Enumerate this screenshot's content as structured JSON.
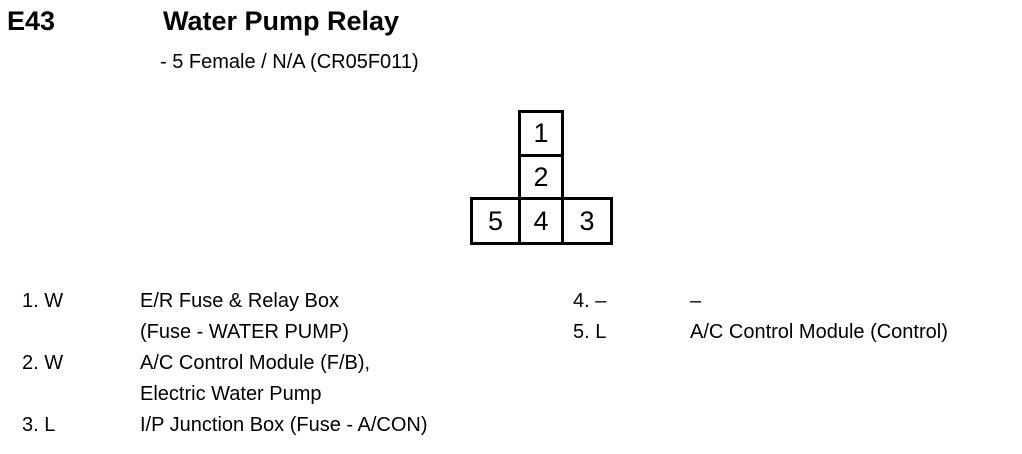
{
  "header": {
    "code": "E43",
    "title": "Water Pump Relay",
    "subtitle": "- 5 Female / N/A (CR05F011)"
  },
  "connector": {
    "pins": [
      "1",
      "2",
      "5",
      "4",
      "3"
    ]
  },
  "pin_list": {
    "left": [
      {
        "pin": "1. W",
        "lines": [
          "E/R Fuse & Relay Box",
          "(Fuse - WATER PUMP)"
        ]
      },
      {
        "pin": "2. W",
        "lines": [
          "A/C Control Module (F/B),",
          "Electric Water Pump"
        ]
      },
      {
        "pin": "3. L",
        "lines": [
          "I/P Junction Box (Fuse - A/CON)"
        ]
      }
    ],
    "right": [
      {
        "pin": "4. –",
        "lines": [
          "–"
        ]
      },
      {
        "pin": "5. L",
        "lines": [
          "A/C Control Module (Control)"
        ]
      }
    ]
  }
}
